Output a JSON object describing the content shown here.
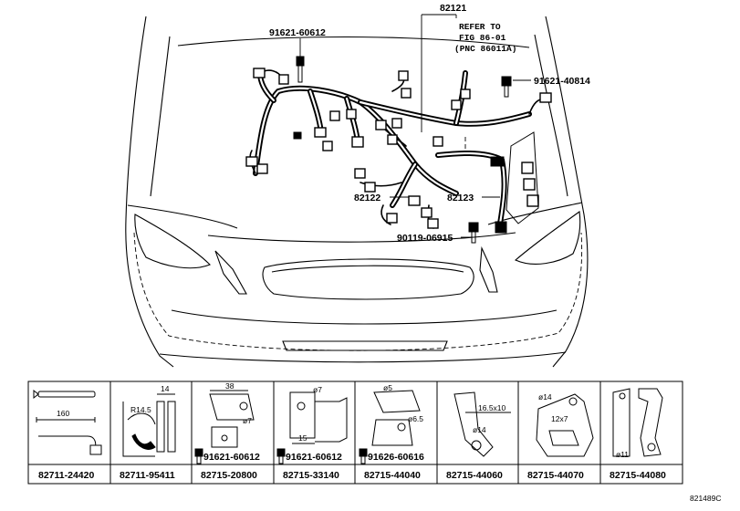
{
  "diagram": {
    "callouts": {
      "c_82121": "82121",
      "c_refer_line1": "REFER TO",
      "c_refer_line2": "FIG 86-01",
      "c_refer_line3": "(PNC 86011A)",
      "c_91621_60612": "91621-60612",
      "c_91621_40814": "91621-40814",
      "c_82122": "82122",
      "c_82123": "82123",
      "c_90119_06915": "90119-06915"
    },
    "illustration_code": "821489C"
  },
  "parts_table": {
    "cells": [
      {
        "part_no": "82711-24420",
        "dims": [
          "160"
        ],
        "fastener": ""
      },
      {
        "part_no": "82711-95411",
        "dims": [
          "14",
          "R14.5"
        ],
        "fastener": ""
      },
      {
        "part_no": "82715-20800",
        "dims": [
          "38",
          "ø7"
        ],
        "fastener": "91621-60612"
      },
      {
        "part_no": "82715-33140",
        "dims": [
          "ø7",
          "15"
        ],
        "fastener": "91621-60612"
      },
      {
        "part_no": "82715-44040",
        "dims": [
          "ø5",
          "ø6.5"
        ],
        "fastener": "91626-60616"
      },
      {
        "part_no": "82715-44060",
        "dims": [
          "16.5x10",
          "ø14"
        ],
        "fastener": ""
      },
      {
        "part_no": "82715-44070",
        "dims": [
          "ø14",
          "12x7"
        ],
        "fastener": ""
      },
      {
        "part_no": "82715-44080",
        "dims": [
          "ø11"
        ],
        "fastener": ""
      }
    ]
  }
}
